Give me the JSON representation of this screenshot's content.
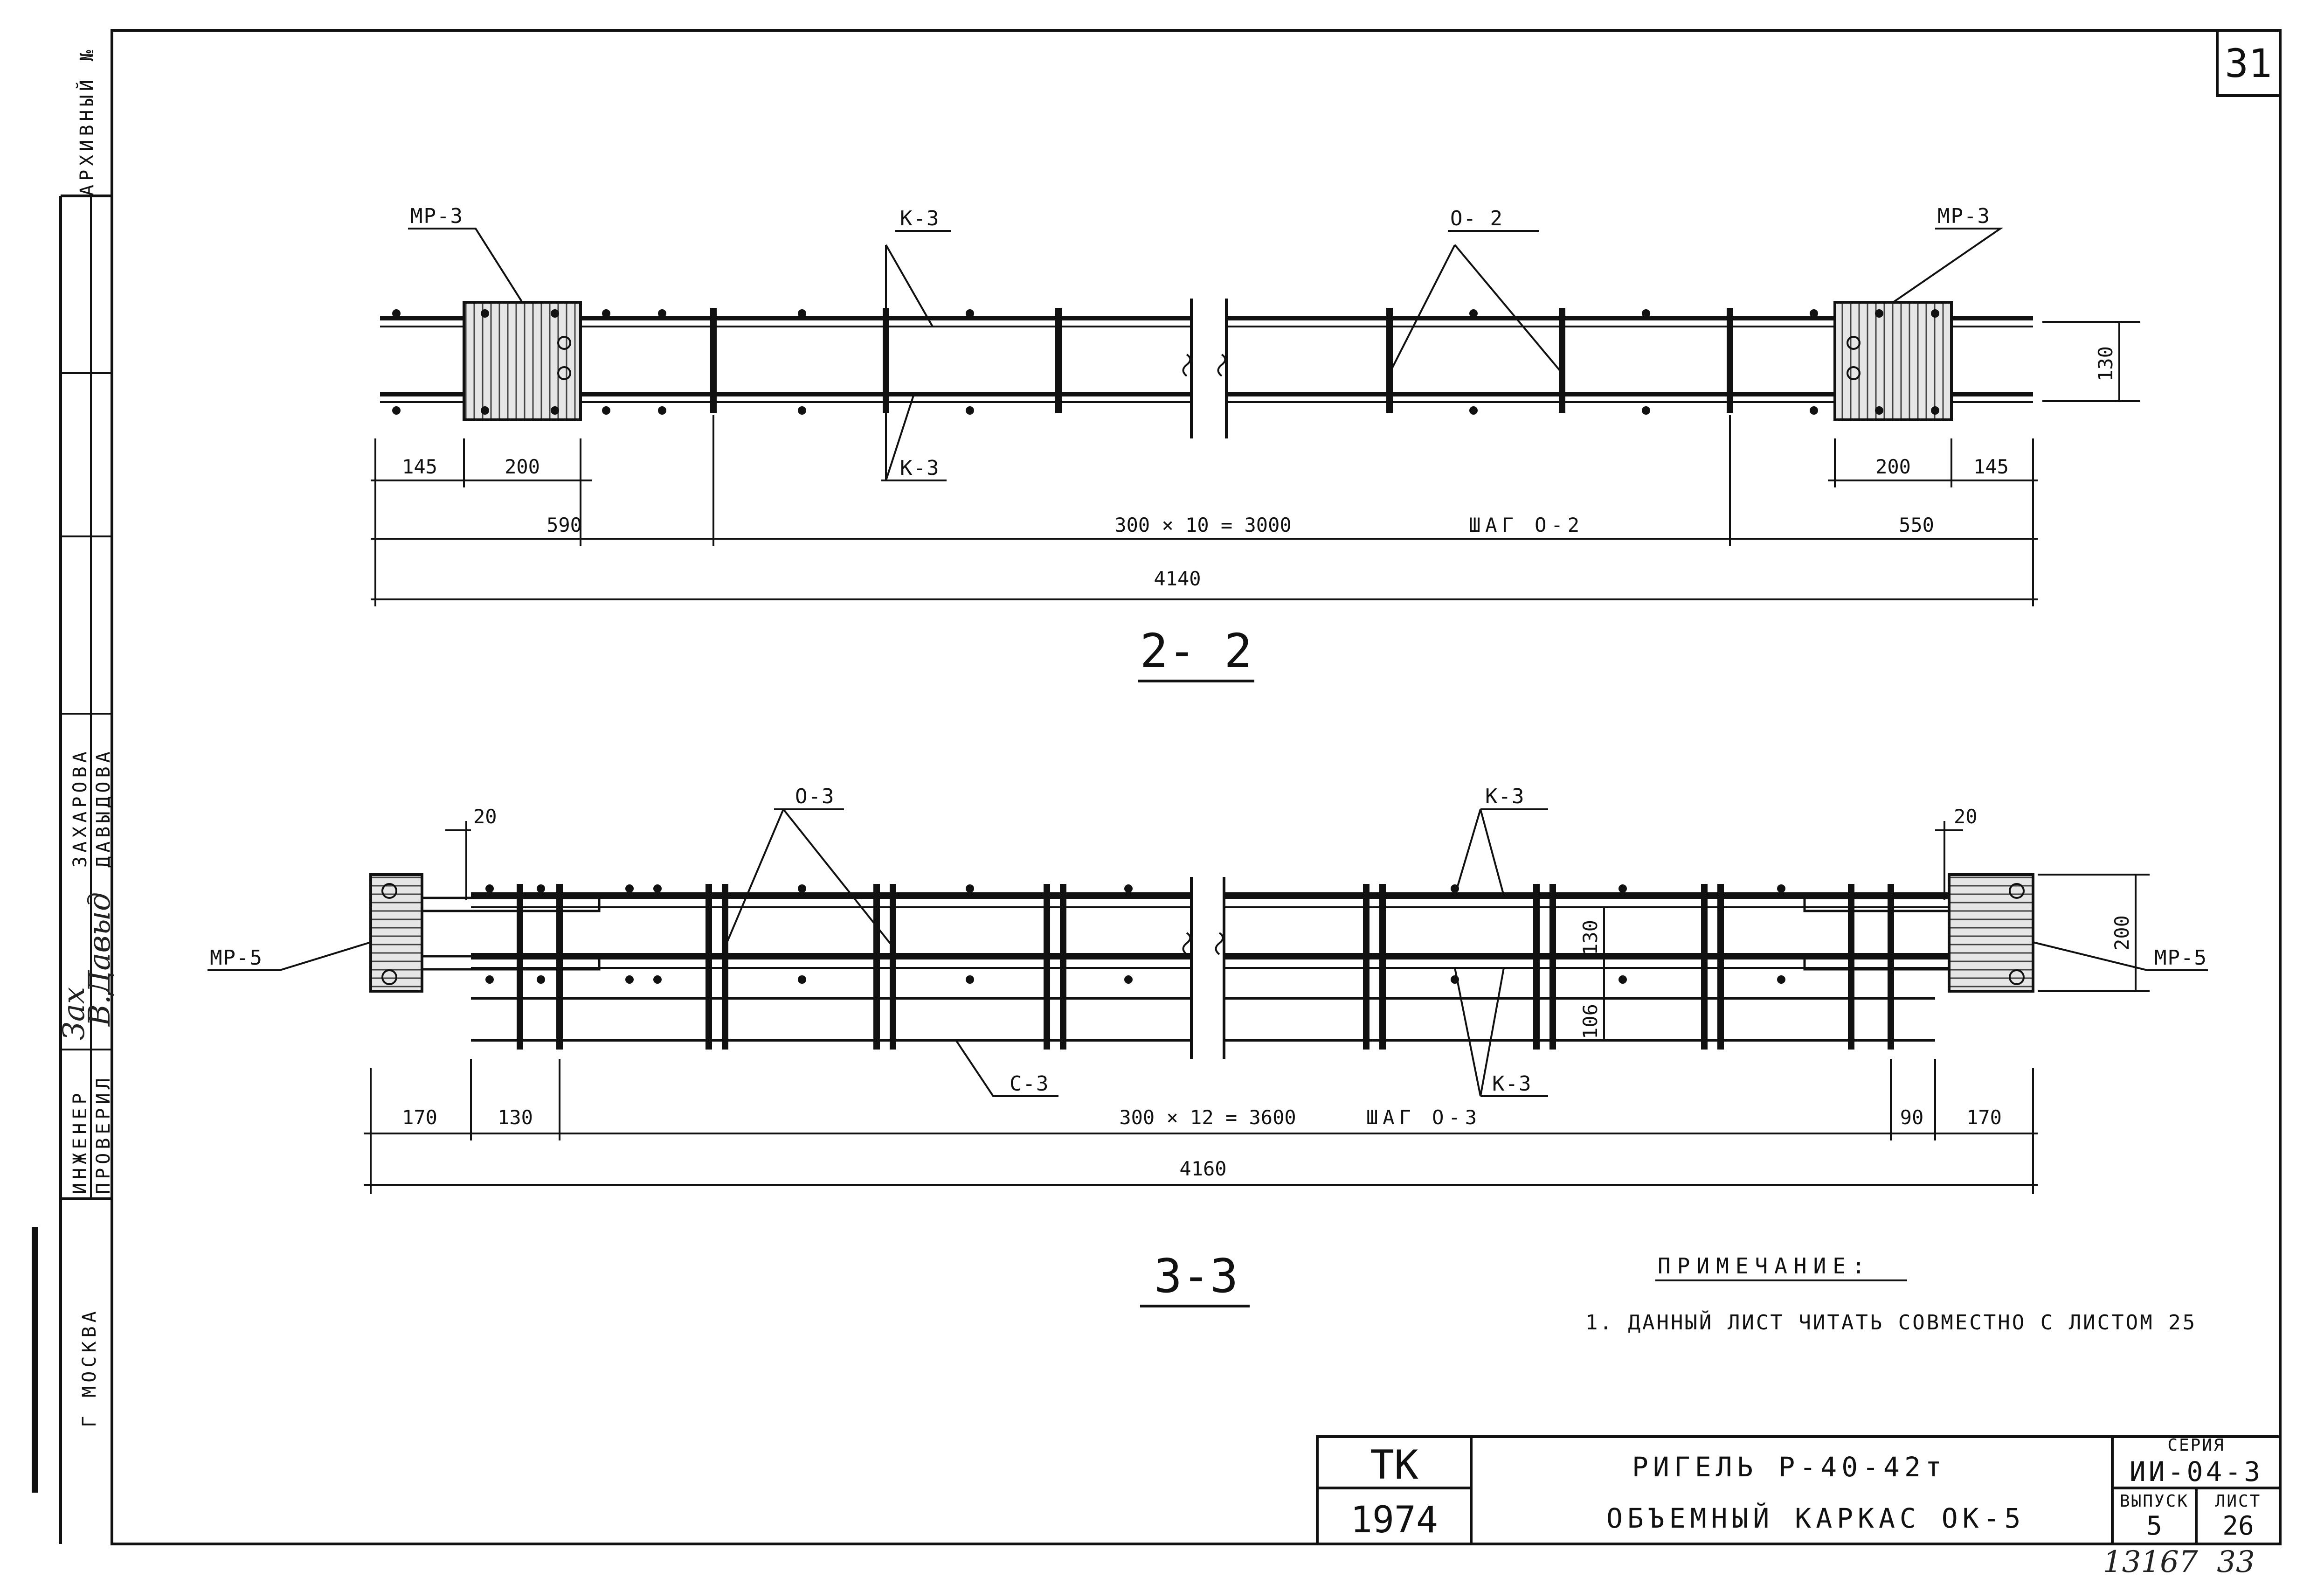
{
  "sheet_number": "31",
  "side_stamp": {
    "archive_no": "АРХИВНЫЙ №",
    "names": [
      "ЗАХАРОВА",
      "ДАВЫДОВА"
    ],
    "roles": [
      "ИНЖЕНЕР",
      "ПРОВЕРИЛ"
    ],
    "signatures": [
      "Зах",
      "В.Давыд"
    ],
    "city": "Г МОСКВА"
  },
  "section_2_2": {
    "title": "2- 2",
    "labels": {
      "mp3_left": "МР-3",
      "k3_top": "К-3",
      "o2": "О- 2",
      "mp3_right": "МР-3",
      "k3_bottom": "К-3"
    },
    "dims": {
      "d145_left": "145",
      "d200_left": "200",
      "d200_right": "200",
      "d145_right": "145",
      "d590": "590",
      "d_span": "300 × 10 = 3000",
      "step": "ШАГ О-2",
      "d550": "550",
      "total": "4140",
      "height": "130"
    }
  },
  "section_3_3": {
    "title": "3-3",
    "labels": {
      "o3": "О-3",
      "k3_top": "К-3",
      "mp5_left": "МР-5",
      "mp5_right": "МР-5",
      "c3": "С-3",
      "k3_bottom": "К-3"
    },
    "dims": {
      "d20_left": "20",
      "d20_right": "20",
      "d170_left": "170",
      "d130": "130",
      "d_span": "300 × 12 = 3600",
      "step": "ШАГ О-3",
      "d90": "90",
      "d170_right": "170",
      "total": "4160",
      "h130": "130",
      "h106": "106",
      "h200": "200"
    }
  },
  "note": {
    "heading": "ПРИМЕЧАНИЕ:",
    "text": "1. ДАННЫЙ ЛИСТ ЧИТАТЬ СОВМЕСТНО С ЛИСТОМ 25"
  },
  "title_block": {
    "org": "ТК",
    "year": "1974",
    "title_line1": "РИГЕЛЬ Р-40-42т",
    "title_line2": "ОБЪЕМНЫЙ КАРКАС ОК-5",
    "series_label": "СЕРИЯ",
    "series_value": "ИИ-04-3",
    "issue_label": "ВЫПУСК",
    "issue_value": "5",
    "sheet_label": "ЛИСТ",
    "sheet_value": "26"
  },
  "footer_numbers": "13167  33"
}
